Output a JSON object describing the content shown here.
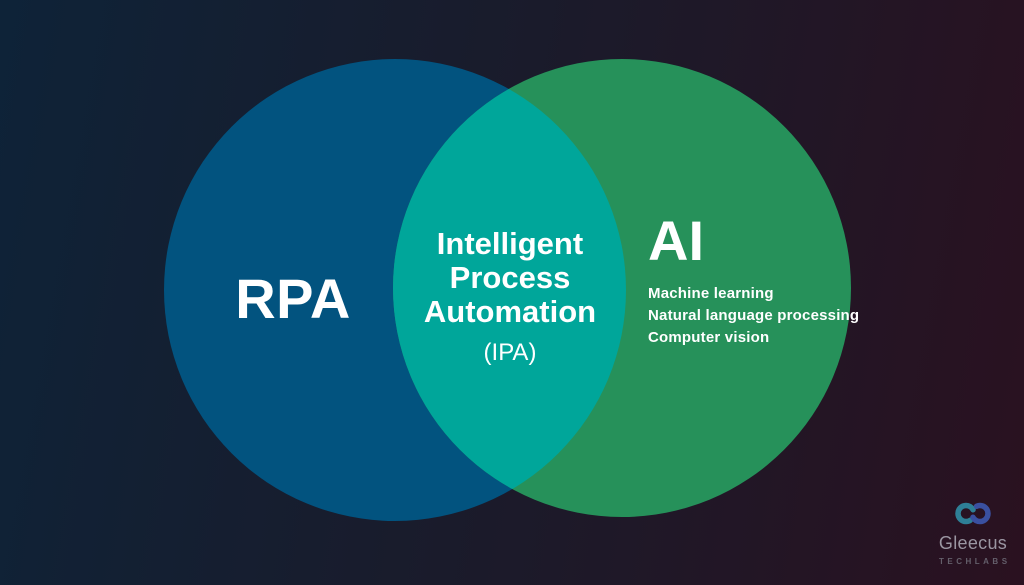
{
  "colors": {
    "background_gradient": "linear-gradient(100deg, #0e2338 0%, #1a1b2b 48%, #2a1120 100%)",
    "rpa_circle": "#02537f",
    "ai_circle": "#26915a",
    "overlap": "#00a69a",
    "text": "#ffffff",
    "logo_name_text": "#9b96a2",
    "logo_sub_text": "#645f6b",
    "logo_icon_left": "#2e7f96",
    "logo_icon_right": "#3a50a0"
  },
  "venn": {
    "left_circle": {
      "label": "RPA"
    },
    "overlap": {
      "label": "Intelligent\nProcess\nAutomation",
      "sublabel": "(IPA)"
    },
    "right_circle": {
      "label": "AI",
      "items": [
        "Machine learning",
        "Natural language processing",
        "Computer vision"
      ]
    }
  },
  "branding": {
    "name": "Gleecus",
    "tagline": "TECHLABS"
  }
}
